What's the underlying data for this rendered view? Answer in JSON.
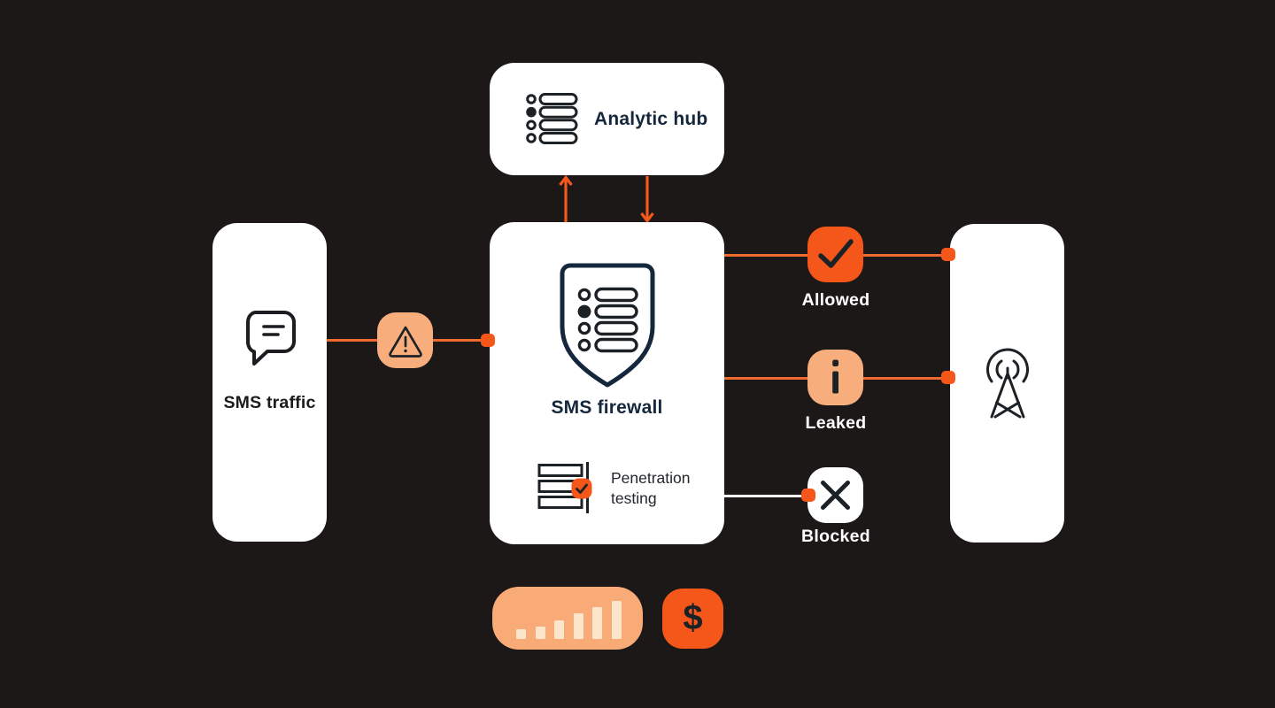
{
  "colors": {
    "background": "#1B1817",
    "card": "#FFFFFF",
    "orange": "#F5571B",
    "line_orange": "#EF6A2E",
    "peach": "#F8AD7D",
    "cream_bars": "#FBE5CB",
    "icon_ink": "#1C2126",
    "navy_text": "#14273C",
    "white_text": "#FFFFFF"
  },
  "nodes": {
    "analytic_hub": {
      "label": "Analytic hub",
      "icon": "list-icon"
    },
    "sms_traffic": {
      "label": "SMS traffic",
      "icon": "chat-bubble-icon"
    },
    "sms_firewall": {
      "label": "SMS firewall",
      "icon": "shield-list-icon",
      "feature": {
        "label": "Penetration testing",
        "icon": "server-check-icon"
      }
    },
    "network": {
      "icon": "radio-tower-icon"
    }
  },
  "flow": {
    "input_warning_icon": "warning-triangle-icon",
    "outcomes": [
      {
        "label": "Allowed",
        "icon": "check-icon",
        "badge_style": "orange"
      },
      {
        "label": "Leaked",
        "icon": "info-icon",
        "badge_style": "peach"
      },
      {
        "label": "Blocked",
        "icon": "x-icon",
        "badge_style": "white"
      }
    ]
  },
  "footer": {
    "signal_icon": "signal-bars-icon",
    "dollar_icon": "dollar-sign-icon",
    "dollar_glyph": "$"
  }
}
